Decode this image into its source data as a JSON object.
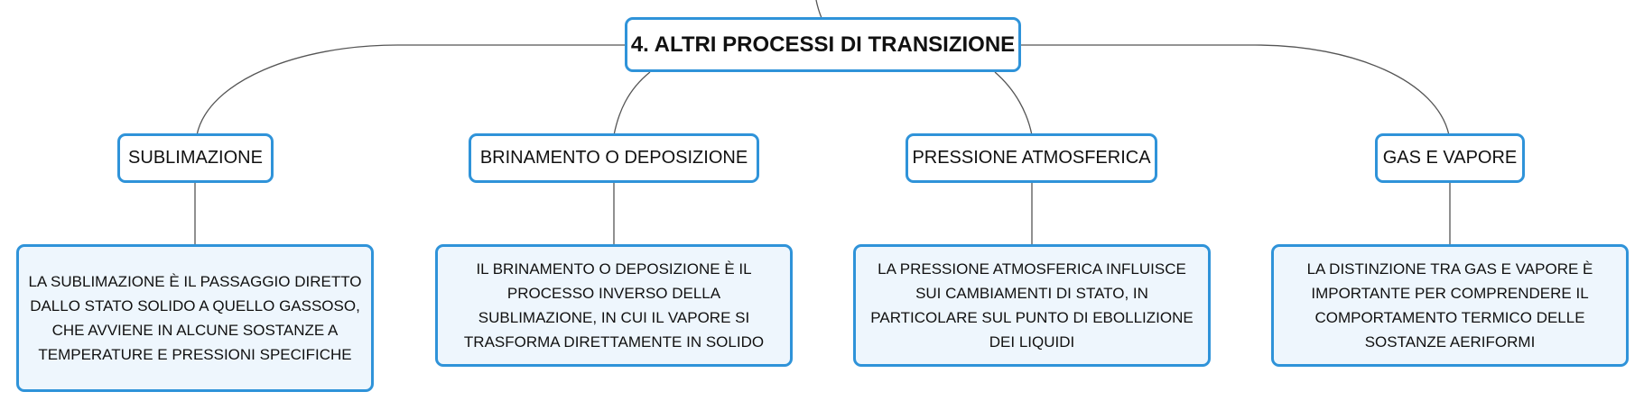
{
  "root": {
    "title": "4. ALTRI PROCESSI DI TRANSIZIONE"
  },
  "topics": [
    {
      "label": "SUBLIMAZIONE",
      "description": "LA SUBLIMAZIONE È IL PASSAGGIO DIRETTO DALLO STATO SOLIDO A QUELLO GASSOSO, CHE AVVIENE IN ALCUNE SOSTANZE A TEMPERATURE E PRESSIONI SPECIFICHE"
    },
    {
      "label": "BRINAMENTO O DEPOSIZIONE",
      "description": "IL BRINAMENTO O DEPOSIZIONE È IL PROCESSO INVERSO DELLA SUBLIMAZIONE, IN CUI IL VAPORE SI TRASFORMA DIRETTAMENTE IN SOLIDO"
    },
    {
      "label": "PRESSIONE ATMOSFERICA",
      "description": "LA PRESSIONE ATMOSFERICA INFLUISCE SUI CAMBIAMENTI DI STATO, IN PARTICOLARE SUL PUNTO DI EBOLLIZIONE DEI LIQUIDI"
    },
    {
      "label": "GAS E VAPORE",
      "description": "LA DISTINZIONE TRA GAS E VAPORE È IMPORTANTE PER COMPRENDERE IL COMPORTAMENTO TERMICO DELLE SOSTANZE AERIFORMI"
    }
  ],
  "colors": {
    "border": "#2f93d9",
    "description_fill": "#eef6fd",
    "connector": "#555555"
  }
}
